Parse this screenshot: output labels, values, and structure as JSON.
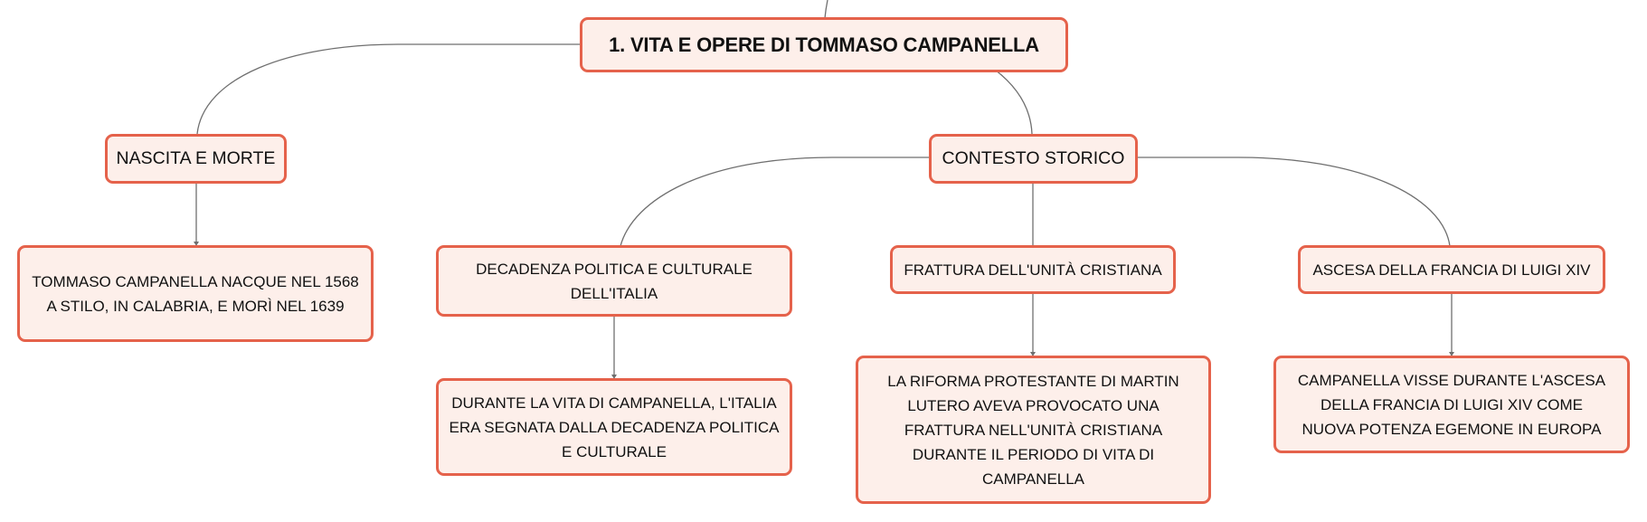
{
  "accent_color": "#e5624b",
  "node_fill": "#fdefea",
  "connector_color": "#6f6f6f",
  "mindmap": {
    "root": "1. VITA E OPERE DI TOMMASO CAMPANELLA",
    "nascita": {
      "label": "NASCITA E MORTE",
      "detail": "TOMMASO CAMPANELLA NACQUE NEL 1568 A STILO, IN CALABRIA, E MORÌ NEL 1639"
    },
    "contesto": {
      "label": "CONTESTO STORICO",
      "decadenza": {
        "label": "DECADENZA POLITICA E CULTURALE DELL'ITALIA",
        "detail": "DURANTE LA VITA DI CAMPANELLA, L'ITALIA ERA SEGNATA DALLA DECADENZA POLITICA E CULTURALE"
      },
      "frattura": {
        "label": "FRATTURA DELL'UNITÀ CRISTIANA",
        "detail": "LA RIFORMA PROTESTANTE DI MARTIN LUTERO AVEVA PROVOCATO UNA FRATTURA NELL'UNITÀ CRISTIANA DURANTE IL PERIODO DI VITA DI CAMPANELLA"
      },
      "ascesa": {
        "label": "ASCESA DELLA FRANCIA DI LUIGI XIV",
        "detail": "CAMPANELLA VISSE DURANTE L'ASCESA DELLA FRANCIA DI LUIGI XIV COME NUOVA POTENZA EGEMONE IN EUROPA"
      }
    }
  }
}
